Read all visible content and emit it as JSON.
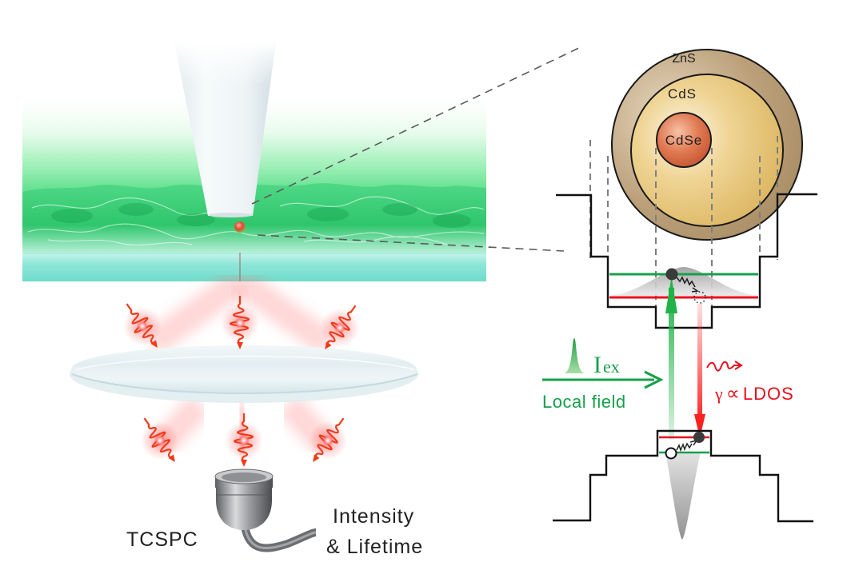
{
  "figure": {
    "left_panel": {
      "detector_label": "TCSPC",
      "output_label_line1": "Intensity",
      "output_label_line2": "& Lifetime"
    },
    "quantum_dot": {
      "shell_outer": "ZnS",
      "shell_inner": "CdS",
      "core": "CdSe"
    },
    "energy_diagram": {
      "excitation_symbol": "I",
      "excitation_subscript": "ex",
      "local_field_label": "Local field",
      "decay_symbol": "γ",
      "proportional_symbol": "∝",
      "decay_label": "LDOS"
    },
    "colors": {
      "green": "#16a04a",
      "red": "#e8101c",
      "emission_red": "#f03a1a",
      "core_orange": "#d2603a",
      "cds_gold": "#e3bf67",
      "zns_tan": "#b89a74",
      "film_green": "#3ed37a",
      "substrate_cyan": "#8fe6d8"
    }
  }
}
